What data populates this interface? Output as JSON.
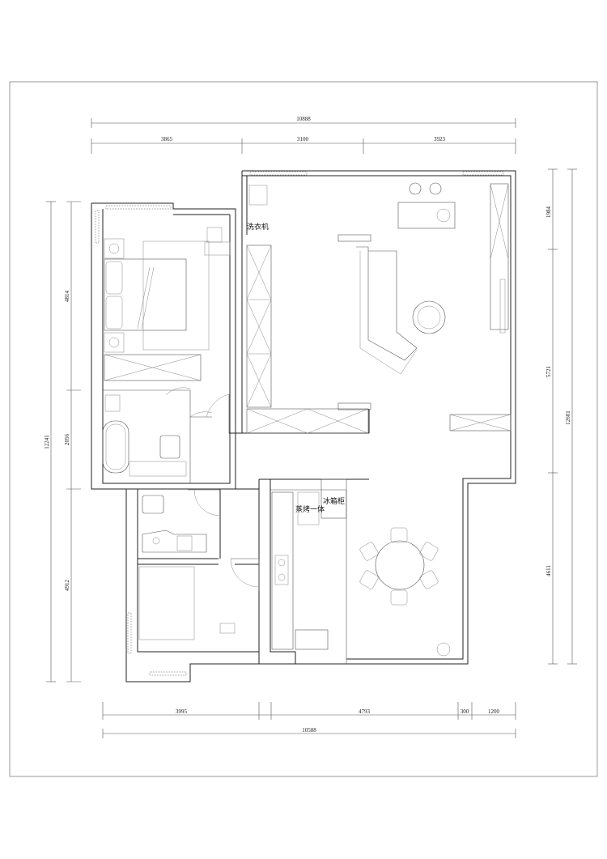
{
  "plan": {
    "dimensions_top": {
      "total": "10888",
      "seg1": "3865",
      "seg2": "3100",
      "seg3": "3923"
    },
    "dimensions_bottom": {
      "total": "10588",
      "seg1": "3995",
      "seg2": "4793",
      "seg3": "300",
      "seg4": "1200"
    },
    "dimensions_left": {
      "total": "12241",
      "seg1": "4814",
      "seg2": "2056",
      "seg3": "4912"
    },
    "dimensions_right": {
      "total": "12601",
      "seg1": "1984",
      "seg2": "5721",
      "seg3": "4611"
    },
    "labels": {
      "washer": "洗衣机",
      "oven": "蒸烤一体",
      "fridge": "冰箱柜"
    }
  }
}
